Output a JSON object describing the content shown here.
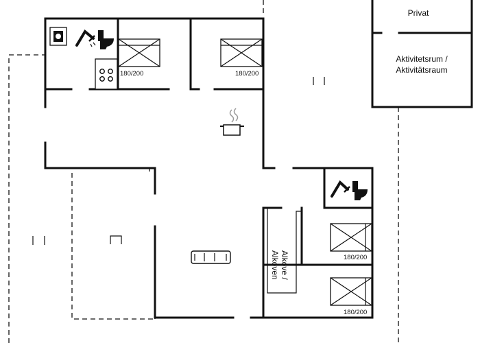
{
  "labels": {
    "private": "Privat",
    "activity_line1": "Aktivitetsrum /",
    "activity_line2": "Aktivitätsraum",
    "alcove_line1": "Alkove /",
    "alcove_line2": "Alkoven",
    "bed1": "180/200",
    "bed2": "180/200",
    "bed3": "180/200",
    "bed4": "180/200"
  },
  "icons": [
    "washing-machine-icon",
    "shower-icon",
    "toilet-icon",
    "stove-icon",
    "cooking-pot-icon",
    "sofa-icon"
  ]
}
